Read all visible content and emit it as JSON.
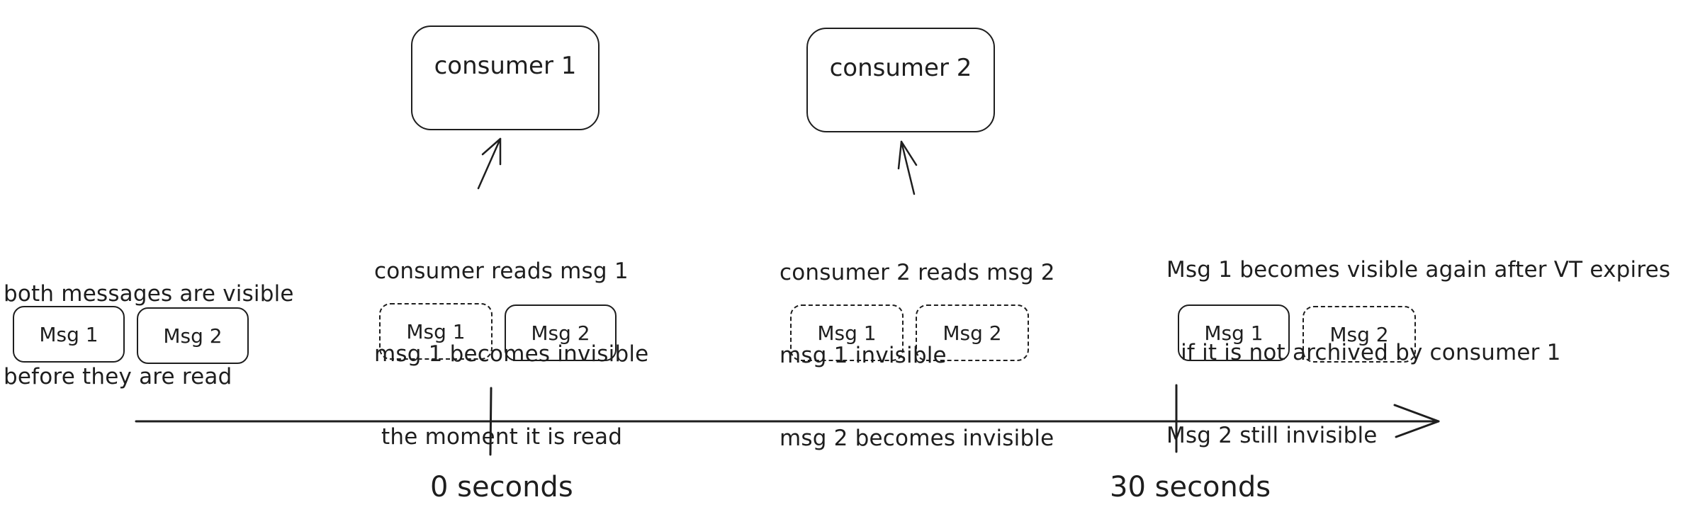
{
  "diagram": {
    "title": "",
    "consumers": [
      {
        "label": "consumer 1"
      },
      {
        "label": "consumer 2"
      }
    ],
    "stages": [
      {
        "caption": [
          "both messages are visible",
          "before they are read"
        ],
        "messages": [
          {
            "label": "Msg 1",
            "state": "visible"
          },
          {
            "label": "Msg 2",
            "state": "visible"
          }
        ]
      },
      {
        "caption": [
          "consumer reads msg 1",
          "msg 1 becomes invisible",
          " the moment it is read"
        ],
        "messages": [
          {
            "label": "Msg 1",
            "state": "invisible"
          },
          {
            "label": "Msg 2",
            "state": "visible"
          }
        ]
      },
      {
        "caption": [
          "consumer 2 reads msg 2",
          "msg 1 invisible",
          "msg 2 becomes invisible"
        ],
        "messages": [
          {
            "label": "Msg 1",
            "state": "invisible"
          },
          {
            "label": "Msg 2",
            "state": "invisible"
          }
        ]
      },
      {
        "caption": [
          "Msg 1 becomes visible again after VT expires",
          "  if it is not archived by consumer 1",
          "Msg 2 still invisible"
        ],
        "messages": [
          {
            "label": "Msg 1",
            "state": "visible"
          },
          {
            "label": "Msg 2",
            "state": "invisible"
          }
        ]
      }
    ],
    "timeline": {
      "ticks": [
        {
          "label": "0 seconds"
        },
        {
          "label": "30 seconds"
        }
      ]
    },
    "colors": {
      "stroke": "#1e1e1e",
      "background": "#ffffff"
    }
  }
}
